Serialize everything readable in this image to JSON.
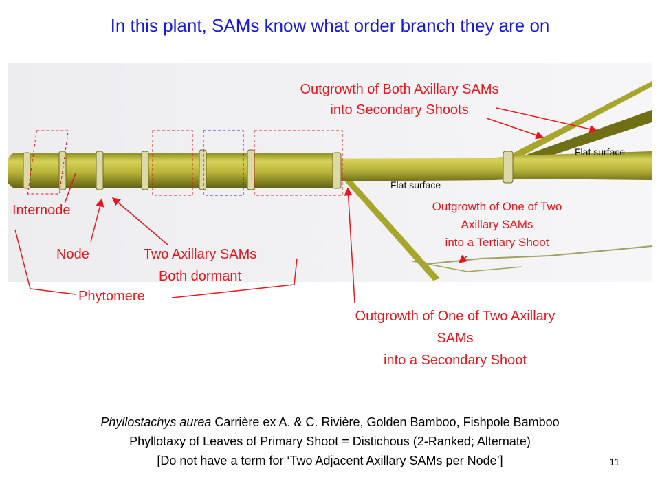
{
  "title": "In this plant, SAMs know what order branch they are on",
  "labels": {
    "both_axillary_line1": "Outgrowth of Both Axillary SAMs",
    "both_axillary_line2": "into Secondary Shoots",
    "flat_surface_right": "Flat surface",
    "flat_surface_mid": "Flat surface",
    "tertiary_line1": "Outgrowth of One of Two",
    "tertiary_line2": "Axillary SAMs",
    "tertiary_line3": "into a Tertiary Shoot",
    "internode": "Internode",
    "node": "Node",
    "two_axillary_line1": "Two Axillary SAMs",
    "two_axillary_line2": "Both dormant",
    "phytomere": "Phytomere",
    "secondary_line1": "Outgrowth of One of Two Axillary",
    "secondary_line2": "SAMs",
    "secondary_line3": "into a Secondary Shoot"
  },
  "caption": {
    "line1_italic": "Phyllostachys aurea",
    "line1_rest": " Carrière ex A. & C. Rivière, Golden Bamboo, Fishpole Bamboo",
    "line2": "Phyllotaxy of Leaves of Primary Shoot = Distichous (2-Ranked; Alternate)",
    "line3": "[Do not have a term for ‘Two Adjacent Axillary SAMs per Node’]"
  },
  "slide_number": "11",
  "colors": {
    "title": "#1a1ad8",
    "annotation": "#e8161b",
    "stem": "#b8b430"
  }
}
